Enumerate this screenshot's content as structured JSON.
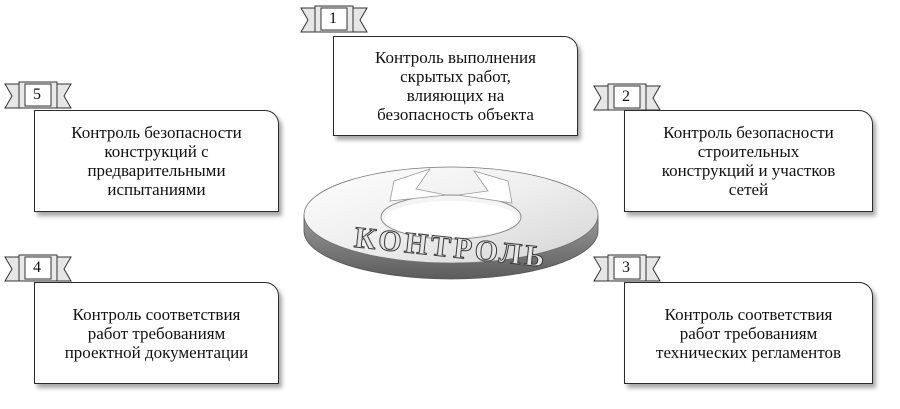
{
  "items": [
    {
      "number": "1",
      "text": "Контроль выполнения\nскрытых работ,\nвлияющих на\nбезопасность объекта"
    },
    {
      "number": "2",
      "text": "Контроль безопасности\nстроительных\nконструкций и участков\nсетей"
    },
    {
      "number": "3",
      "text": "Контроль соответствия\nработ требованиям\nтехнических регламентов"
    },
    {
      "number": "4",
      "text": "Контроль соответствия\nработ требованиям\nпроектной документации"
    },
    {
      "number": "5",
      "text": "Контроль безопасности\nконструкций с\nпредварительными\nиспытаниями"
    }
  ],
  "center": {
    "label": "КОНТРОЛЬ"
  }
}
